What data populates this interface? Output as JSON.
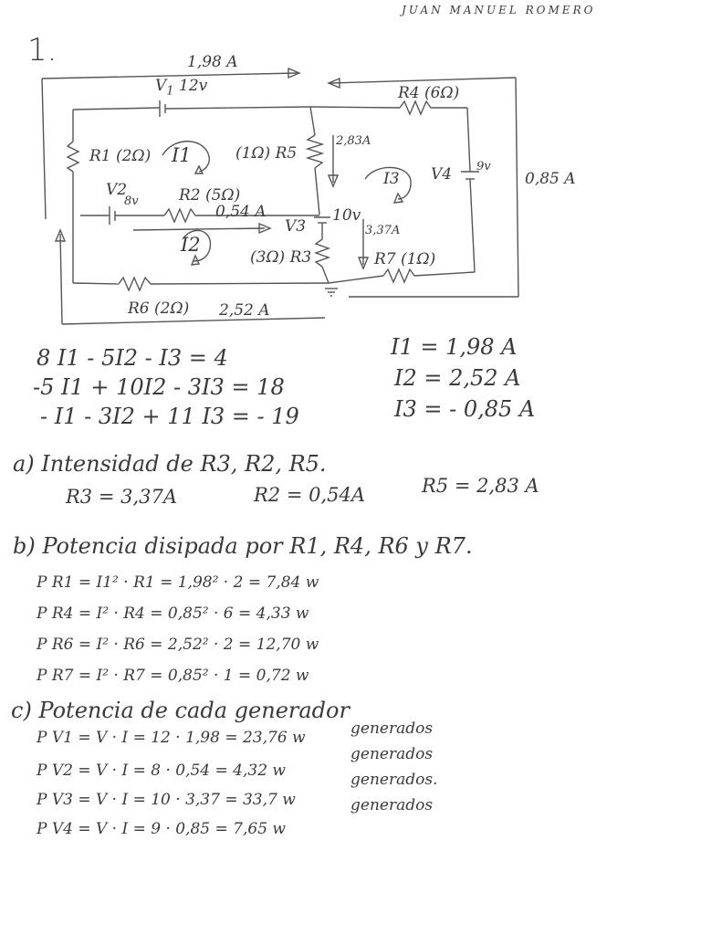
{
  "header": {
    "author": "JUAN MANUEL ROMERO",
    "problem": "1."
  },
  "circuit": {
    "top_current": "1,98 A",
    "v1": "V",
    "v1_sub": "1",
    "v1_val": "12v",
    "r4": "R4 (6Ω)",
    "r1": "R1 (2Ω)",
    "i1": "I1",
    "r5": "(1Ω) R5",
    "r5_current": "2,83A",
    "i3": "I3",
    "v4": "V4",
    "v4_val": "9v",
    "right_current": "0,85 A",
    "v2": "V2",
    "v2_val": "8v",
    "r2": "R2 (5Ω)",
    "r2_current": "0,54 A",
    "v3": "V3",
    "v3_val": "10v",
    "v3_current": "3,37A",
    "i2": "I2",
    "r3": "(3Ω) R3",
    "r7": "R7 (1Ω)",
    "r6": "R6 (2Ω)",
    "bottom_current": "2,52 A"
  },
  "equations": [
    "8 I1 - 5I2 - I3 = 4",
    "-5 I1 + 10I2 - 3I3 = 18",
    "- I1 - 3I2 + 11 I3 = - 19"
  ],
  "solutions": [
    "I1 = 1,98 A",
    "I2 = 2,52 A",
    "I3 = - 0,85 A"
  ],
  "part_a": {
    "title": "a) Intensidad de R3, R2, R5.",
    "r3": "R3 = 3,37A",
    "r2": "R2 = 0,54A",
    "r5": "R5 = 2,83 A"
  },
  "part_b": {
    "title": "b) Potencia disipada por R1, R4, R6 y R7.",
    "lines": [
      "P R1 = I1² · R1 = 1,98² · 2 = 7,84 w",
      "P R4 = I² · R4 = 0,85² · 6 = 4,33 w",
      "P R6 = I² · R6 = 2,52² · 2 = 12,70 w",
      "P R7 = I² · R7 = 0,85² · 1 = 0,72 w"
    ]
  },
  "part_c": {
    "title": "c) Potencia de cada generador",
    "lines": [
      "P V1 = V · I = 12 · 1,98 = 23,76 w",
      "P V2 = V · I = 8 · 0,54 = 4,32 w",
      "P V3 = V · I = 10 · 3,37 = 33,7 w",
      "P V4 = V · I = 9 · 0,85 = 7,65 w"
    ],
    "tags": [
      "generados",
      "generados",
      "generados.",
      "generados"
    ]
  }
}
